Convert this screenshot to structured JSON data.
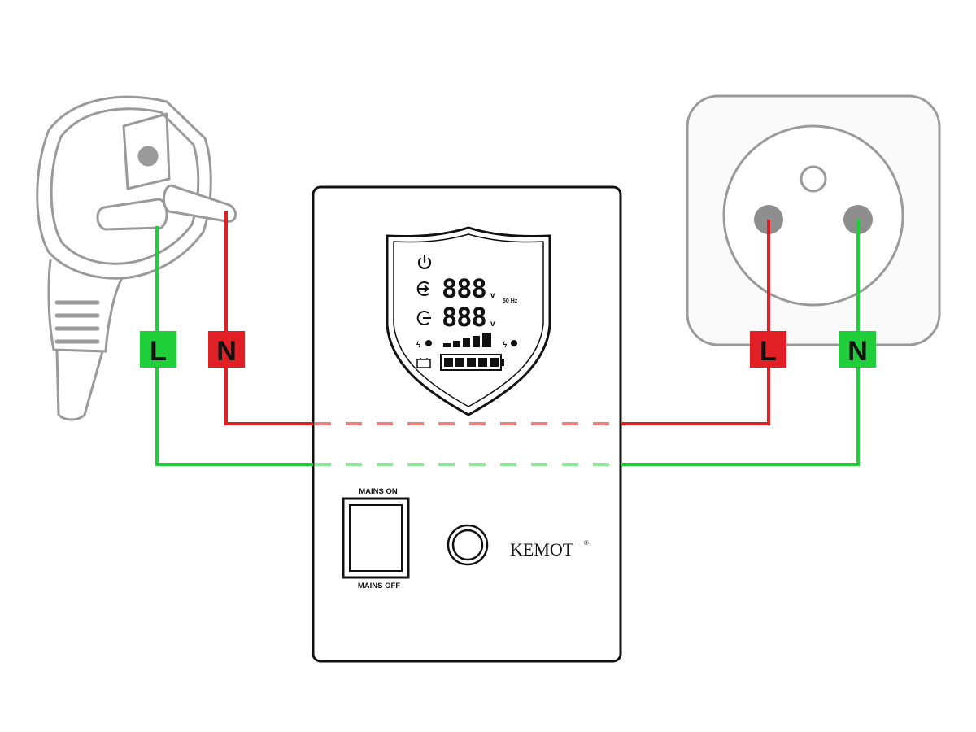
{
  "plug": {
    "terminal_left": "L",
    "terminal_right": "N"
  },
  "socket": {
    "terminal_left": "L",
    "terminal_right": "N"
  },
  "device": {
    "brand": "KEMOT",
    "trademark": "®",
    "switch_top_label": "MAINS ON",
    "switch_bottom_label": "MAINS OFF",
    "display": {
      "input_digits": "888",
      "input_unit": "v",
      "output_digits": "888",
      "output_unit": "v",
      "frequency": "50 Hz"
    }
  },
  "colors": {
    "live": "#e02024",
    "neutral": "#1fcf3a",
    "live_hidden": "#f08080",
    "neutral_hidden": "#8ee69a",
    "outline": "#9a9a9a",
    "device_outline": "#111111"
  }
}
